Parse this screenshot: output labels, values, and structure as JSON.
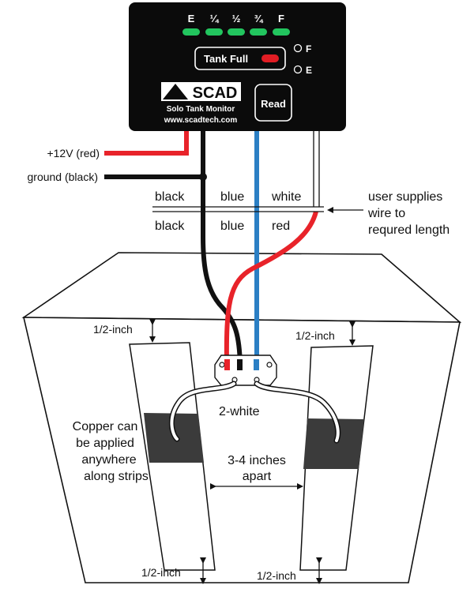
{
  "device": {
    "gauge_labels": [
      "E",
      "¼",
      "½",
      "¾",
      "F"
    ],
    "tank_full_label": "Tank Full",
    "indicator_f": "F",
    "indicator_e": "E",
    "logo_text": "SCAD",
    "product_name": "Solo Tank Monitor",
    "website": "www.scadtech.com",
    "read_button": "Read",
    "colors": {
      "body": "#0b0b0b",
      "led": "#22c55e",
      "tank_full_led": "#e11d24"
    }
  },
  "power": {
    "plus12v_label": "+12V (red)",
    "ground_label": "ground (black)"
  },
  "splice": {
    "top_labels": [
      "black",
      "blue",
      "white"
    ],
    "bottom_labels": [
      "black",
      "blue",
      "red"
    ],
    "note_lines": [
      "user supplies",
      "wire to",
      "requred length"
    ]
  },
  "wire_colors": {
    "red": "#e8232a",
    "black": "#111111",
    "blue": "#2b7fc4",
    "white": "#ffffff"
  },
  "tank": {
    "half_inch_label": "1/2-inch",
    "two_white_label": "2-white",
    "copper_note_lines": [
      "Copper can",
      "be applied",
      "anywhere",
      "along strips"
    ],
    "spacing_lines": [
      "3-4 inches",
      "apart"
    ]
  }
}
